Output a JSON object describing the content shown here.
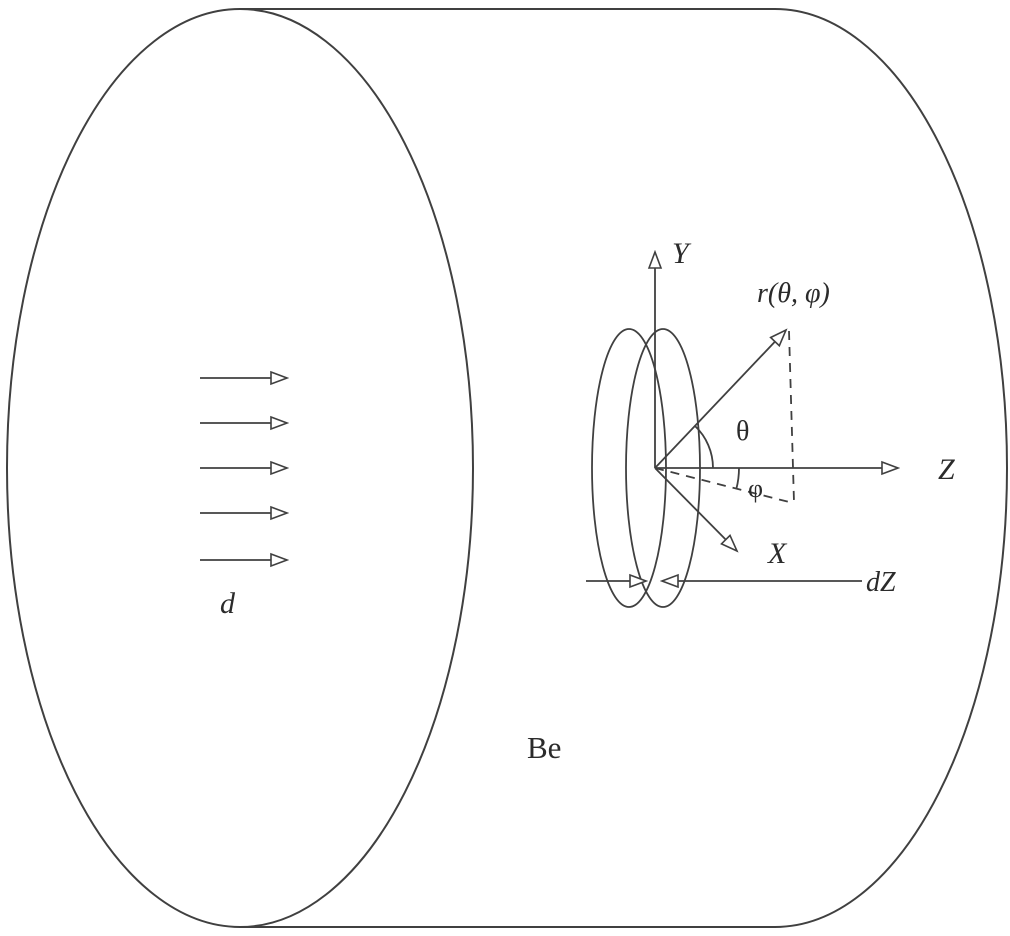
{
  "diagram": {
    "material_label": "Be",
    "beam_label": "d",
    "axes": {
      "x": "X",
      "y": "Y",
      "z": "Z"
    },
    "vector_label": "r(θ, φ)",
    "angles": {
      "polar": "θ",
      "azimuthal": "φ"
    },
    "thickness_label": "dZ",
    "colors": {
      "line": "#404040",
      "background": "#ffffff"
    }
  }
}
